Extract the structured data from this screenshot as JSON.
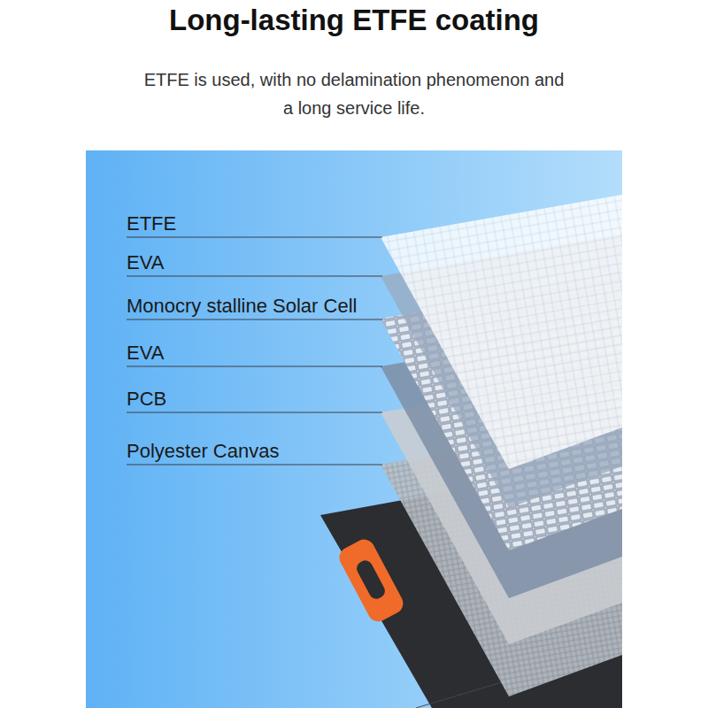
{
  "diagram": {
    "title": "Long-lasting ETFE coating",
    "caption": "ETFE is used, with no delamination phenomenon and a long service life.",
    "labels": [
      "ETFE",
      "EVA",
      "Monocry stalline Solar Cell",
      "EVA",
      "PCB",
      "Polyester Canvas"
    ]
  }
}
